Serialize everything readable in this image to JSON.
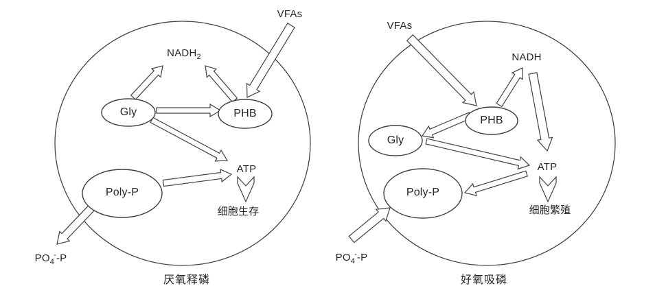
{
  "colors": {
    "background": "#ffffff",
    "stroke": "#404040",
    "text": "#262626"
  },
  "diagrams": [
    {
      "caption": "厌氧释磷",
      "nodes": {
        "gly": "Gly",
        "phb": "PHB",
        "polyp": "Poly-P"
      },
      "labels": {
        "vfas": "VFAs",
        "nadh_base": "NADH",
        "nadh_sub": "2",
        "atp": "ATP",
        "cell": "细胞生存",
        "po4_pre": "PO",
        "po4_sub": "4",
        "po4_sup": "-",
        "po4_post": "-P"
      }
    },
    {
      "caption": "好氧吸磷",
      "nodes": {
        "gly": "Gly",
        "phb": "PHB",
        "polyp": "Poly-P"
      },
      "labels": {
        "vfas": "VFAs",
        "nadh_base": "NADH",
        "nadh_sub": "",
        "atp": "ATP",
        "cell": "细胞繁殖",
        "po4_pre": "PO",
        "po4_sub": "4",
        "po4_sup": "-",
        "po4_post": "-P"
      }
    }
  ]
}
